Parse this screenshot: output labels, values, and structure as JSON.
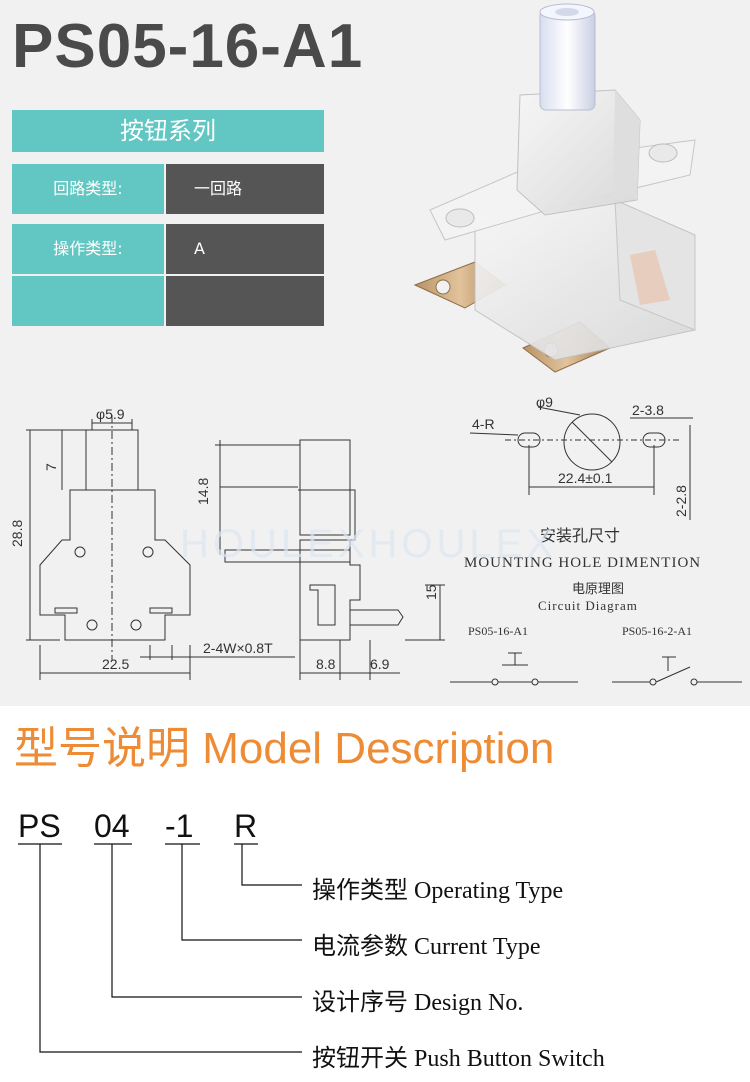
{
  "header": {
    "title": "PS05-16-A1",
    "series": "按钮系列"
  },
  "spec_table": [
    {
      "key": "回路类型:",
      "value": "一回路"
    },
    {
      "key": "操作类型:",
      "value": "A"
    },
    {
      "key": "",
      "value": ""
    }
  ],
  "drawing": {
    "dim_phi59": "φ5.9",
    "dim_7": "7",
    "dim_288": "28.8",
    "dim_225": "22.5",
    "dim_148": "14.8",
    "dim_15": "15",
    "dim_88": "8.8",
    "dim_69": "6.9",
    "dim_terminal": "2-4W×0.8T",
    "hole_4r": "4-R",
    "hole_phi9": "φ9",
    "hole_238": "2-3.8",
    "hole_224": "22.4±0.1",
    "hole_28": "2-2.8",
    "mounting_cn": "安装孔尺寸",
    "mounting_en": "MOUNTING HOLE DIMENTION",
    "circuit_cn": "电原理图",
    "circuit_en": "Circuit Diagram",
    "circuit_a": "PS05-16-A1",
    "circuit_b": "PS05-16-2-A1",
    "watermark": "HOULEXHOULEX"
  },
  "model": {
    "title": "型号说明  Model Description",
    "code": [
      "PS",
      "04",
      "-1",
      "R"
    ],
    "items": [
      {
        "cn": "操作类型",
        "en": "Operating Type"
      },
      {
        "cn": "电流参数",
        "en": "Current Type"
      },
      {
        "cn": "设计序号",
        "en": "Design No."
      },
      {
        "cn": "按钮开关",
        "en": "Push Button Switch"
      }
    ]
  }
}
